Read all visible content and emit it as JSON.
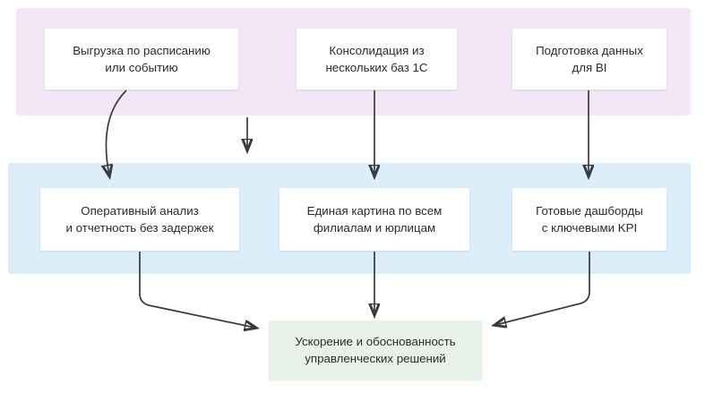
{
  "diagram": {
    "type": "flowchart",
    "orientation": "top-to-bottom",
    "background_color": "#ffffff",
    "groups": [
      {
        "id": "sources",
        "label": "",
        "background_color": "#f3e6f6",
        "border_gradient": [
          "#4a72ea",
          "#ef3a5c"
        ],
        "nodes": [
          {
            "id": "schedule",
            "line1": "Выгрузка по расписанию",
            "line2": "или событию"
          },
          {
            "id": "consol",
            "line1": "Консолидация из",
            "line2": "нескольких баз 1С"
          },
          {
            "id": "bi",
            "line1": "Подготовка данных",
            "line2": "для BI"
          }
        ]
      },
      {
        "id": "outcomes",
        "label": "",
        "background_color": "#ddeefb",
        "border_gradient": [
          "#4a72ea",
          "#ef3a5c"
        ],
        "nodes": [
          {
            "id": "analytics",
            "line1": "Оперативный анализ",
            "line2": "и отчетность без задержек"
          },
          {
            "id": "single",
            "line1": "Единая картина по всем",
            "line2": "филиалам и юрлицам"
          },
          {
            "id": "dashboards",
            "line1": "Готовые дашборды",
            "line2": "с ключевыми KPI"
          }
        ]
      }
    ],
    "result": {
      "id": "result",
      "line1": "Ускорение и обоснованность",
      "line2": "управленческих решений",
      "background_color": "#e9f2e8",
      "border_gradient": [
        "#4a72ea",
        "#ef3a5c"
      ]
    },
    "connectors": [
      {
        "from": "schedule",
        "to": "analytics",
        "style": "curved"
      },
      {
        "from": "sources",
        "to": "outcomes",
        "style": "straight"
      },
      {
        "from": "consol",
        "to": "single",
        "style": "straight"
      },
      {
        "from": "bi",
        "to": "dashboards",
        "style": "straight"
      },
      {
        "from": "analytics",
        "to": "result",
        "style": "elbow"
      },
      {
        "from": "single",
        "to": "result",
        "style": "straight"
      },
      {
        "from": "dashboards",
        "to": "result",
        "style": "elbow"
      }
    ],
    "arrow_color": "#3a3a3a"
  }
}
